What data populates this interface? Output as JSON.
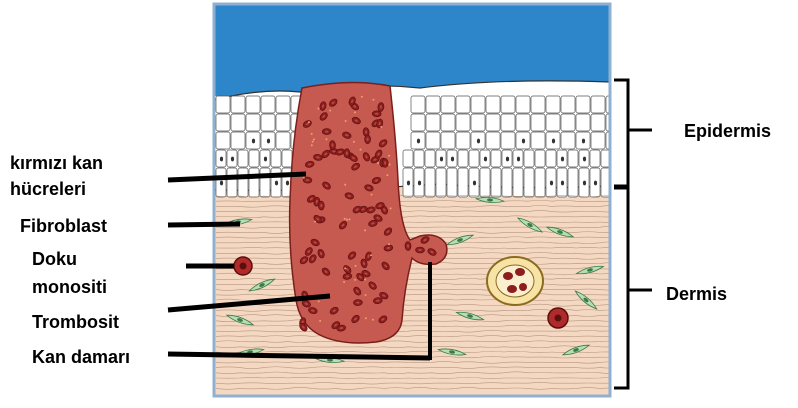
{
  "labels": {
    "red_cells_line1": "kırmızı kan",
    "red_cells_line2": "hücreleri",
    "fibroblast": "Fibroblast",
    "tissue_monocyte_line1": "Doku",
    "tissue_monocyte_line2": "monositi",
    "platelet": "Trombosit",
    "blood_vessel": "Kan damarı",
    "epidermis": "Epidermis",
    "dermis": "Dermis"
  },
  "colors": {
    "background": "#ffffff",
    "sky": "#2d86c9",
    "epidermis_cells": "#ffffff",
    "dermis": "#f4d8c2",
    "wound_clot": "#c75a50",
    "red_blood_cell": "#8e1d1d",
    "fibroblast": "#b4ddb8",
    "lines": "#000000"
  }
}
